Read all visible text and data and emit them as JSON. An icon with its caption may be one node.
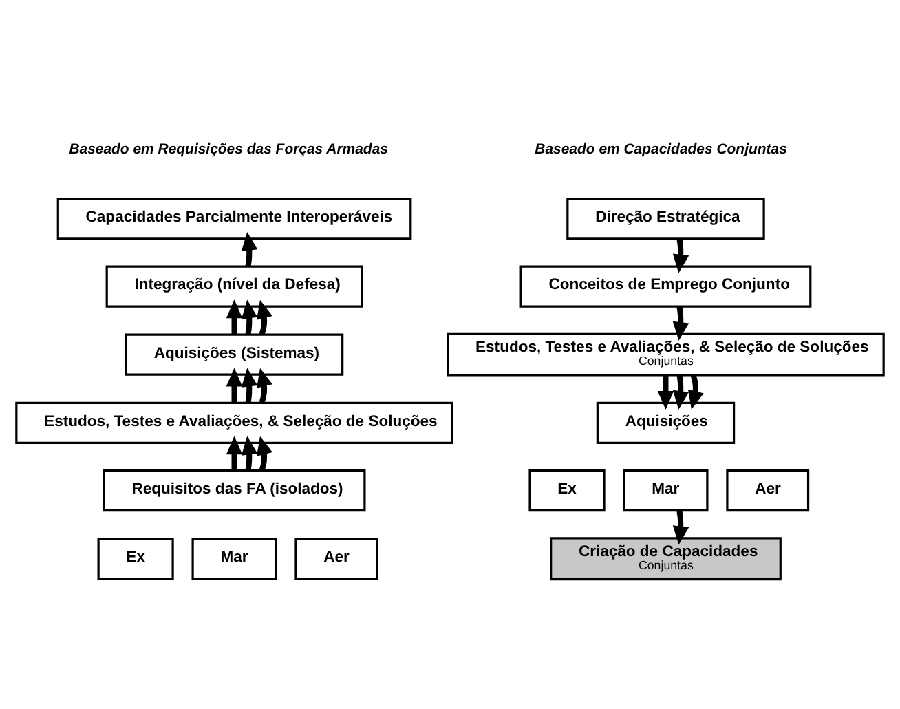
{
  "diagram": {
    "nodes": [
      {
        "text": [
          "Capacidades Parcialmente Interoperáveis"
        ]
      },
      {
        "text": [
          "Integração (nível da Defesa)"
        ]
      },
      {
        "text": [
          "Aquisições (Sistemas)"
        ]
      },
      {
        "text": [
          "Estudos, Testes e Avaliações, & Seleção de Soluções"
        ]
      },
      {
        "text": [
          "Requisitos das FA (isolados)"
        ]
      },
      {
        "text": [
          "Ex"
        ]
      },
      {
        "text": [
          "Mar"
        ]
      },
      {
        "text": [
          "Aer"
        ]
      },
      {
        "text": [
          "Direção Estratégica"
        ]
      },
      {
        "text": [
          "Conceitos de Emprego Conjunto"
        ]
      },
      {
        "text": [
          "Estudos, Testes e Avaliações, & Seleção de Soluções",
          "Conjuntas"
        ]
      },
      {
        "text": [
          "Aquisições"
        ]
      },
      {
        "text": [
          "Ex"
        ]
      },
      {
        "text": [
          "Mar"
        ]
      },
      {
        "text": [
          "Aer"
        ]
      },
      {
        "text": [
          "Criação de Capacidades",
          "Conjuntas"
        ]
      }
    ],
    "edges": [
      {
        "from": 1,
        "to": 0,
        "arrow": "to"
      },
      {
        "from": 2,
        "to": 1,
        "arrow": "to"
      },
      {
        "from": 2,
        "to": 1,
        "arrow": "to"
      },
      {
        "from": 2,
        "to": 1,
        "arrow": "to"
      },
      {
        "from": 3,
        "to": 2,
        "arrow": "to"
      },
      {
        "from": 3,
        "to": 2,
        "arrow": "to"
      },
      {
        "from": 3,
        "to": 2,
        "arrow": "to"
      },
      {
        "from": 4,
        "to": 3,
        "arrow": "to"
      },
      {
        "from": 4,
        "to": 3,
        "arrow": "to"
      },
      {
        "from": 4,
        "to": 3,
        "arrow": "to"
      },
      {
        "from": 8,
        "to": 9,
        "arrow": "to"
      },
      {
        "from": 9,
        "to": 10,
        "arrow": "to"
      },
      {
        "from": 10,
        "to": 11,
        "arrow": "to"
      },
      {
        "from": 10,
        "to": 11,
        "arrow": "to"
      },
      {
        "from": 10,
        "to": 11,
        "arrow": "to"
      },
      {
        "from": 13,
        "to": 15,
        "arrow": "to"
      }
    ],
    "labels": [
      "Baseado em Requisições das Forças Armadas",
      "Baseado em Capacidades Conjuntas"
    ]
  }
}
